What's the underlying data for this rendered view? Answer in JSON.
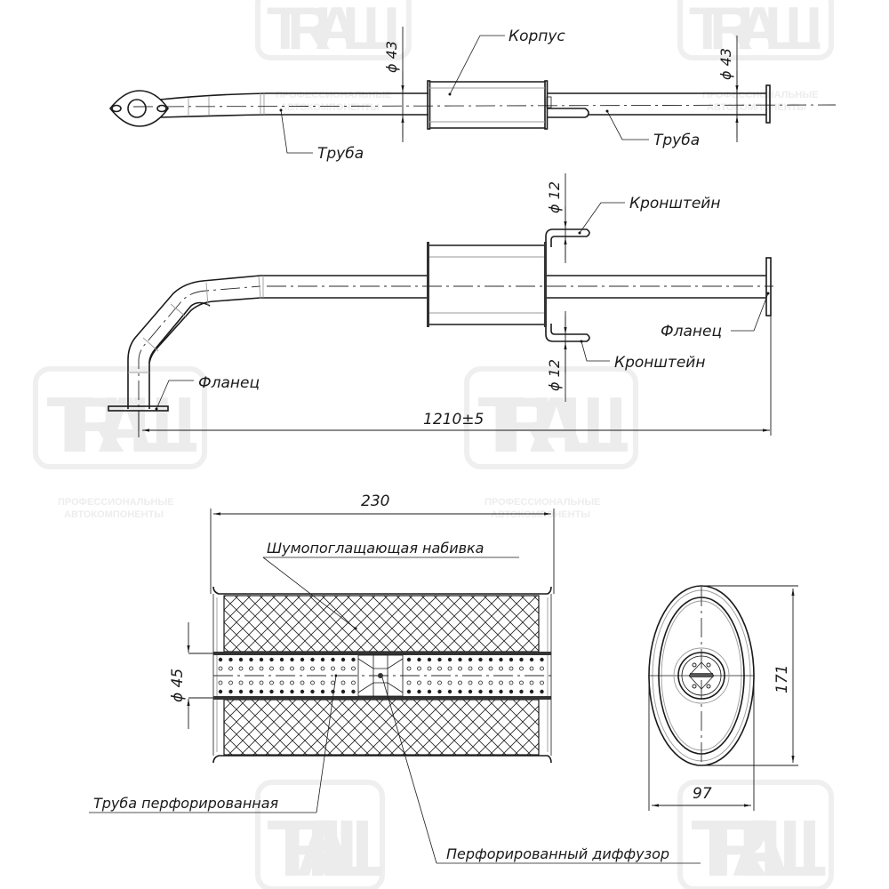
{
  "watermark": {
    "brand": "TRIALLI",
    "tagline_line1": "ПРОФЕССИОНАЛЬНЫЕ",
    "tagline_line2": "АВТОКОМПОНЕНТЫ",
    "color": "#ececec"
  },
  "top_view": {
    "labels": {
      "body": "Корпус",
      "pipe_left": "Труба",
      "pipe_right": "Труба"
    },
    "dimensions": {
      "pipe_diameter_left": "ϕ 43",
      "pipe_diameter_right": "ϕ 43"
    }
  },
  "side_view": {
    "labels": {
      "bracket_top": "Кронштейн",
      "bracket_bottom": "Кронштейн",
      "flange_right": "Фланец",
      "flange_left": "Фланец"
    },
    "dimensions": {
      "bracket_diameter_top": "ϕ 12",
      "bracket_diameter_bottom": "ϕ 12",
      "overall_length": "1210±5"
    }
  },
  "section_view": {
    "labels": {
      "packing": "Шумопоглащающая набивка",
      "perforated_pipe": "Труба  перфорированная",
      "perforated_diffuser": "Перфорированный диффузор"
    },
    "dimensions": {
      "body_length": "230",
      "inner_pipe_diameter": "ϕ 45"
    }
  },
  "end_view": {
    "dimensions": {
      "height": "171",
      "width": "97"
    }
  }
}
